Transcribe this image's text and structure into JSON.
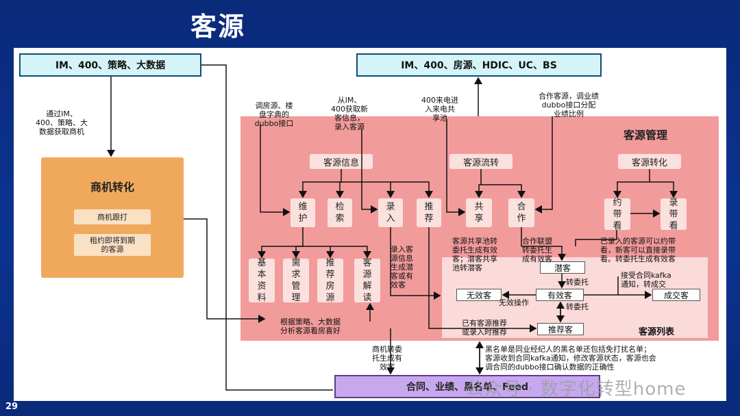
{
  "title": "客源",
  "page_number": "29",
  "top_left_box": "IM、400、策略、大数据",
  "top_right_box": "IM、400、房源、HDIC、UC、BS",
  "bottom_box": "合同、业绩、黑名单、Feed",
  "opportunity": {
    "title": "商机转化",
    "items": [
      "商机跟打",
      "租约即将到期\n的客源"
    ]
  },
  "customer_mgmt": {
    "title": "客源管理",
    "groups": [
      "客源信息",
      "客源流转",
      "客源转化"
    ],
    "actions": [
      "维\n护",
      "检\n索",
      "录\n入",
      "推\n荐",
      "共\n享",
      "合\n作",
      "约\n带\n看",
      "录\n带\n看"
    ],
    "sub_items": [
      "基\n本\n资\n料",
      "需\n求\n管\n理",
      "推\n荐\n房\n源",
      "客\n源\n解\n读"
    ],
    "list_title": "客源列表",
    "list_items": {
      "potential": "潜客",
      "invalid": "无效客",
      "valid": "有效客",
      "deal": "成交客",
      "recommend": "推荐客"
    }
  },
  "notes": {
    "via_im": "通过IM、\n400、策略、大\n数据获取商机",
    "dubbo_interface": "调房源、楼\n盘字典的\ndubbo接口",
    "from_im": "从IM、\n400获取新\n客信息，\n录入客源",
    "call_400": "400来电进\n入来电共\n享池",
    "cooperation": "合作客源，调业绩\ndubbo接口分配\n业绩比例",
    "share_pool": "客源共享池转\n委托生成有效\n客；潜客共享\n池转潜客",
    "coop_link": "合作联盟\n转委托生\n成有效客",
    "entered_viewing": "已录入的客源可以约带\n看，新客可以直接录带\n看。转委托生成有效客",
    "entry_note": "录入客\n源信息\n生成潜\n客或有\n效客",
    "accept_contract": "接受合同kafka\n通知，转成交",
    "transfer1": "转委托",
    "transfer2": "转委托",
    "invalid_op": "无效操作",
    "existing_recommend": "已有客源推荐\n或录入时推荐",
    "strategy_analysis": "根据策略、大数据\n分析客源看房喜好",
    "opportunity_transfer": "商机转委\n托生成有\n效客",
    "blacklist": "黑名单是同业经纪人的黑名单还包括免打扰名单；\n客源收到合同kafka通知，修改客源状态，客源也会\n调合同的dubbo接口确认数据的正确性"
  },
  "watermark": "公众号 · 数字化转型home",
  "colors": {
    "background": "#0a2a7a",
    "pink": "#f29b9b",
    "orange": "#f0a95c",
    "cyan": "#d5f4f7",
    "purple": "#c7a8ee"
  }
}
